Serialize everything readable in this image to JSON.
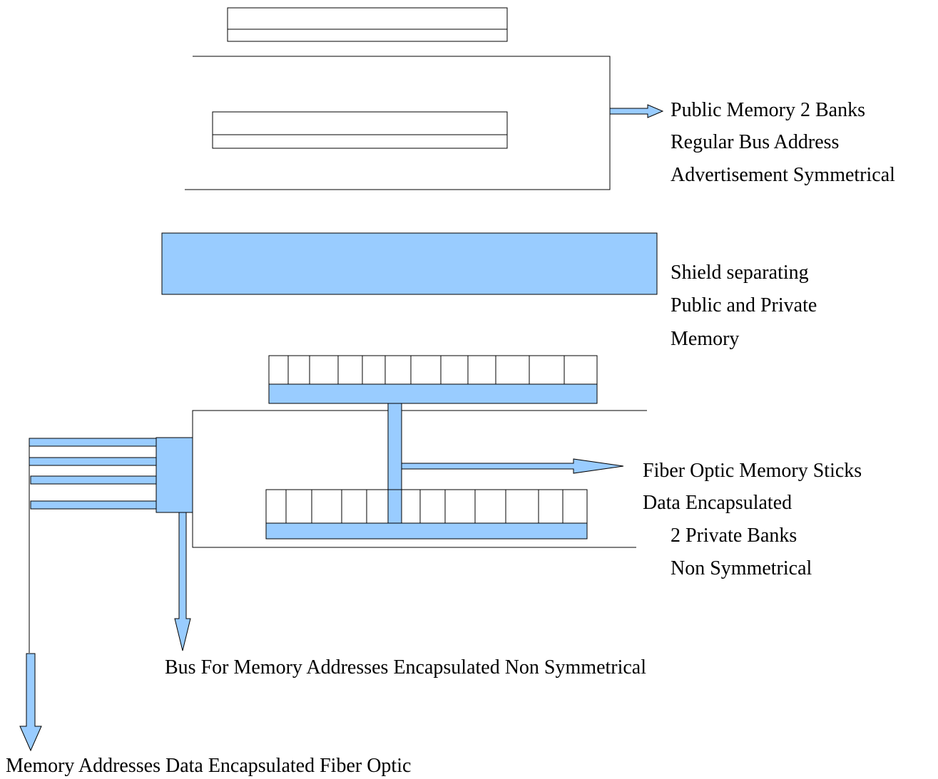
{
  "colors": {
    "fill": "#99ccff",
    "stroke": "#000000",
    "background": "#ffffff"
  },
  "labels": {
    "public_memory": [
      "Public Memory 2 Banks",
      "Regular Bus Address",
      "Advertisement Symmetrical"
    ],
    "shield": [
      "Shield separating",
      "Public and Private",
      "Memory"
    ],
    "fiber_optic": [
      "Fiber Optic Memory Sticks",
      "Data Encapsulated",
      "2 Private Banks",
      "Non Symmetrical"
    ],
    "bus": "Bus For Memory Addresses Encapsulated Non Symmetrical",
    "memory_addresses": "Memory Addresses Data Encapsulated Fiber Optic"
  }
}
